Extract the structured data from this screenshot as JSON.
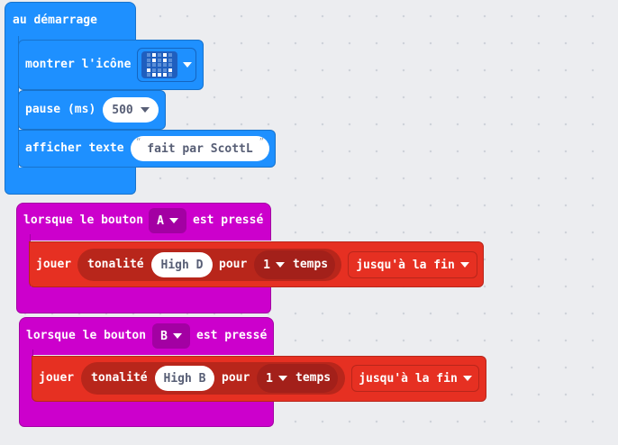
{
  "on_start": {
    "label": "au démarrage",
    "show_icon": {
      "label": "montrer l'icône",
      "icon": "smiley-led-icon"
    },
    "pause": {
      "label": "pause (ms)",
      "value": "500"
    },
    "show_string": {
      "label": "afficher texte",
      "value": "fait par ScottL"
    }
  },
  "button_a": {
    "prefix": "lorsque le bouton",
    "button": "A",
    "suffix": "est pressé",
    "play": {
      "label": "jouer",
      "tone_label": "tonalité",
      "note": "High D",
      "for_label": "pour",
      "beats": "1",
      "beats_label": "temps",
      "mode": "jusqu'à la fin"
    }
  },
  "button_b": {
    "prefix": "lorsque le bouton",
    "button": "B",
    "suffix": "est pressé",
    "play": {
      "label": "jouer",
      "tone_label": "tonalité",
      "note": "High B",
      "for_label": "pour",
      "beats": "1",
      "beats_label": "temps",
      "mode": "jusqu'à la fin"
    }
  },
  "colors": {
    "basic": "#1e90ff",
    "input": "#cc00cc",
    "music": "#e63022"
  }
}
